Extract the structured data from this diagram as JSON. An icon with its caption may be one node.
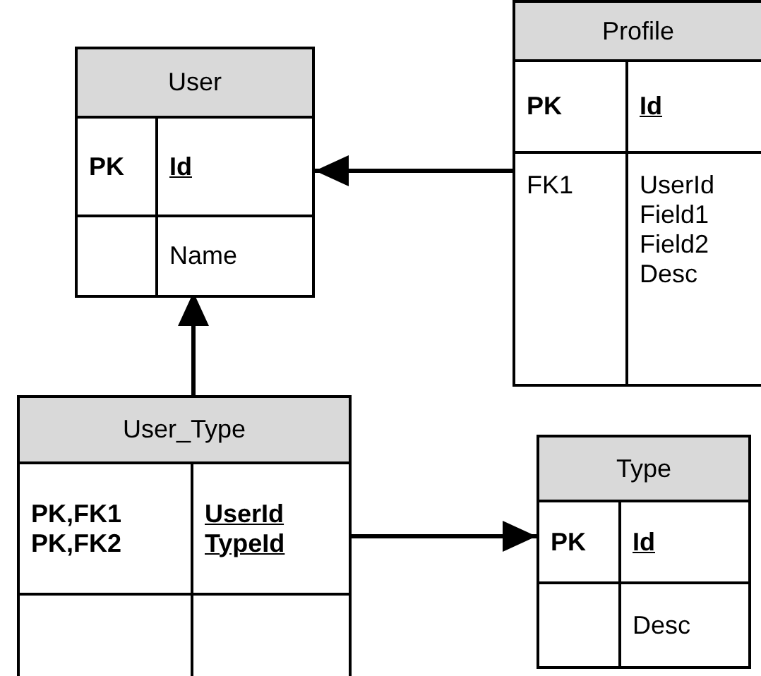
{
  "diagram": {
    "nodes": [
      {
        "text": [
          "User",
          "PK",
          "Id",
          "Name"
        ]
      },
      {
        "text": [
          "Profile",
          "PK",
          "Id",
          "FK1",
          "UserId Field1 Field2 Desc"
        ]
      },
      {
        "text": [
          "User_Type",
          "PK,FK1 PK,FK2",
          "UserId TypeId"
        ]
      },
      {
        "text": [
          "Type",
          "PK",
          "Id",
          "Desc"
        ]
      }
    ],
    "edges": [
      {
        "from": 1,
        "to": 0,
        "arrow": "to"
      },
      {
        "from": 2,
        "to": 0,
        "arrow": "to"
      },
      {
        "from": 2,
        "to": 3,
        "arrow": "to"
      }
    ]
  }
}
